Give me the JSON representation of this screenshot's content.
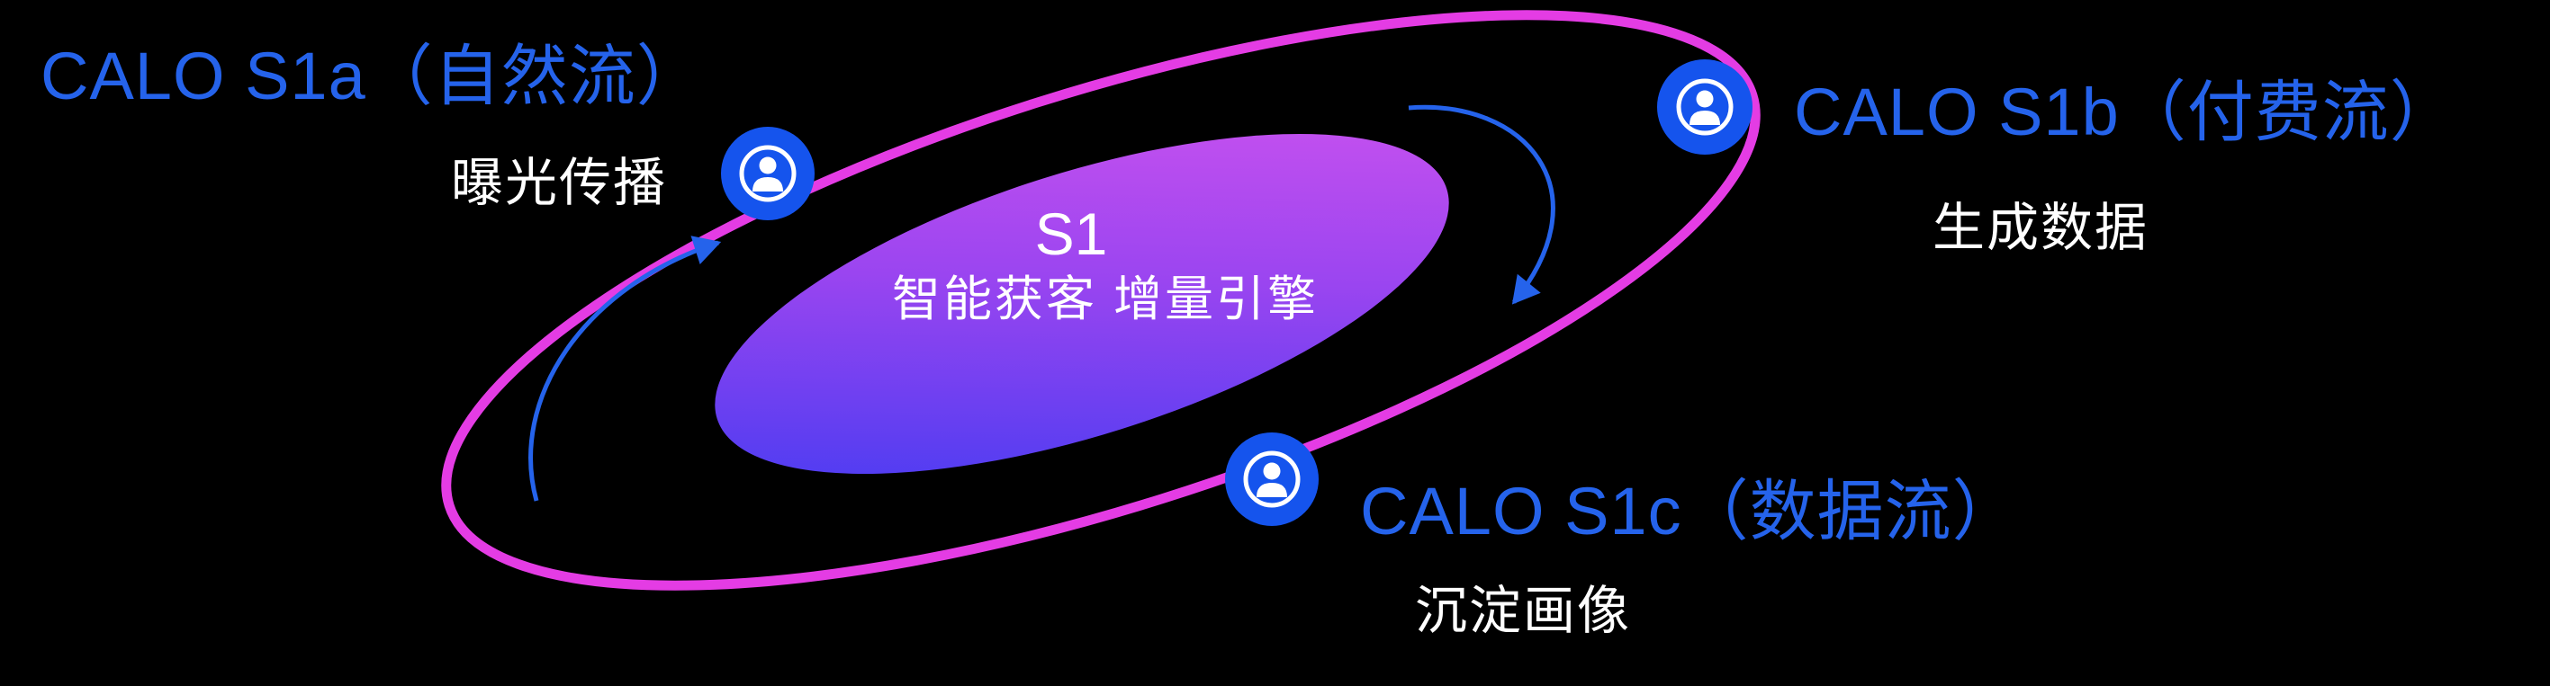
{
  "diagram": {
    "center": {
      "title": "S1",
      "subtitle": "智能获客  增量引擎"
    },
    "nodes": [
      {
        "id": "s1a",
        "title": "CALO S1a（自然流）",
        "label": "曝光传播",
        "icon": "user-icon"
      },
      {
        "id": "s1b",
        "title": "CALO S1b（付费流）",
        "label": "生成数据",
        "icon": "user-icon"
      },
      {
        "id": "s1c",
        "title": "CALO S1c（数据流）",
        "label": "沉淀画像",
        "icon": "user-icon"
      }
    ],
    "colors": {
      "background": "#000000",
      "title_blue": "#2563eb",
      "label_white": "#ffffff",
      "node_blue": "#1554ed",
      "orbit_pink": "#e43ce4",
      "arrow_blue": "#2563eb",
      "gradient_blue": "#3a3af2",
      "gradient_pink": "#d254ee"
    }
  }
}
